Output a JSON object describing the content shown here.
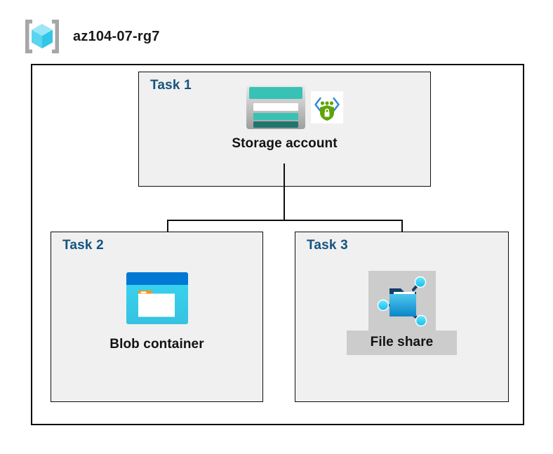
{
  "header": {
    "icon": "resource-group-icon",
    "title": "az104-07-rg7"
  },
  "diagram": {
    "type": "azure-architecture",
    "outer_container": "resource-group-boundary",
    "tasks": [
      {
        "id": "task1",
        "label": "Task 1",
        "node": {
          "caption": "Storage account",
          "icons": [
            "storage-account-icon",
            "private-link-icon"
          ]
        }
      },
      {
        "id": "task2",
        "label": "Task 2",
        "node": {
          "caption": "Blob container",
          "icons": [
            "blob-container-icon"
          ]
        }
      },
      {
        "id": "task3",
        "label": "Task 3",
        "node": {
          "caption": "File share",
          "icons": [
            "file-share-icon"
          ],
          "highlighted": true
        }
      }
    ],
    "connections": [
      {
        "from": "Storage account",
        "to": "Blob container"
      },
      {
        "from": "Storage account",
        "to": "File share"
      }
    ]
  },
  "colors": {
    "task_label": "#15537f",
    "panel_fill": "#f0f0f0",
    "frame_border": "#000000",
    "highlight": "#cccccc",
    "storage_teal": "#32BFB3",
    "storage_teal_dark": "#258277",
    "blob_blue": "#0078D4",
    "blob_cyan": "#32D4F0",
    "blob_orange": "#F7941E",
    "private_link_green": "#5EA503",
    "cube_cyan": "#7FE0F5"
  }
}
